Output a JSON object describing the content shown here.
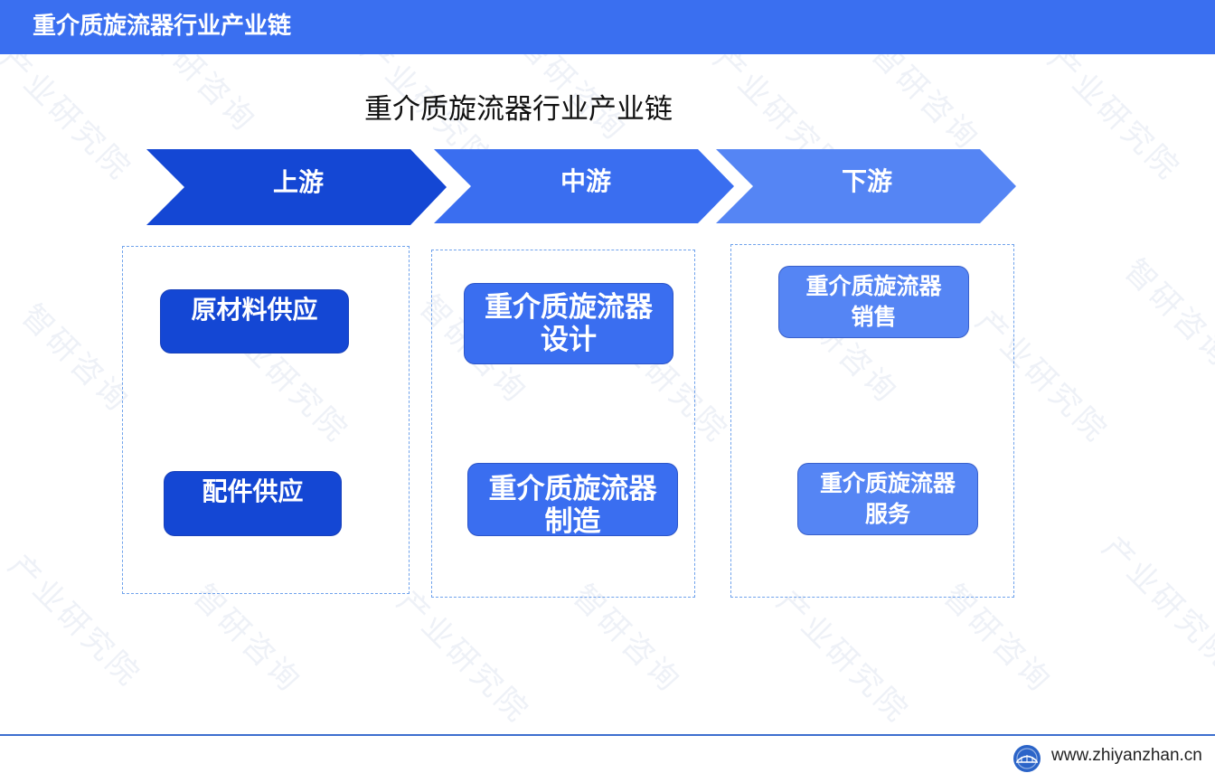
{
  "header": {
    "title": "重介质旋流器行业产业链"
  },
  "diagram": {
    "title": "重介质旋流器行业产业链",
    "stages": [
      {
        "label": "上游",
        "items": [
          [
            "原材料供应"
          ],
          [
            "配件供应"
          ]
        ]
      },
      {
        "label": "中游",
        "items": [
          [
            "重介质旋流器",
            "设计"
          ],
          [
            "重介质旋流器",
            "制造"
          ]
        ]
      },
      {
        "label": "下游",
        "items": [
          [
            "重介质旋流器",
            "销售"
          ],
          [
            "重介质旋流器",
            "服务"
          ]
        ]
      }
    ]
  },
  "watermark": {
    "text": "智研咨询",
    "text2": "产业研究院"
  },
  "footer": {
    "url": "www.zhiyanzhan.cn",
    "logo_icon": "globe-bridge-icon"
  },
  "colors": {
    "header": "#3a6ff0",
    "upstream": "#1447d4",
    "midstream": "#3a6ef0",
    "downstream": "#5585f4"
  }
}
